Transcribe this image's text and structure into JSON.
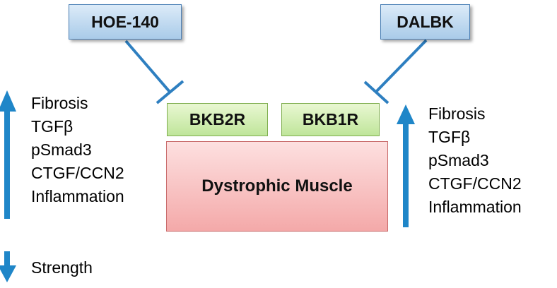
{
  "drugs": {
    "left": "HOE-140",
    "right": "DALBK"
  },
  "receptors": {
    "b2": "BKB2R",
    "b1": "BKB1R"
  },
  "muscle": "Dystrophic Muscle",
  "effects_left": [
    "Fibrosis",
    "TGFβ",
    "pSmad3",
    "CTGF/CCN2",
    "Inflammation"
  ],
  "effects_right": [
    "Fibrosis",
    "TGFβ",
    "pSmad3",
    "CTGF/CCN2",
    "Inflammation"
  ],
  "strength": "Strength",
  "colors": {
    "arrow": "#1f86c8",
    "inhibit": "#2e7fc0"
  }
}
